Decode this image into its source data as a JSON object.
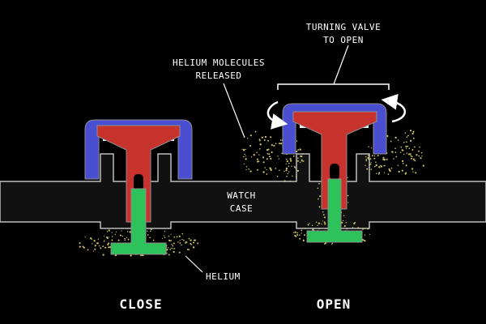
{
  "labels": {
    "turning_valve_line1": "TURNING VALVE",
    "turning_valve_line2": "TO OPEN",
    "helium_released_line1": "HELIUM MOLECULES",
    "helium_released_line2": "RELEASED",
    "watch_case_line1": "WATCH",
    "watch_case_line2": "CASE",
    "helium": "HELIUM",
    "close": "CLOSE",
    "open": "OPEN"
  },
  "colors": {
    "background": "#000000",
    "case_fill": "#111111",
    "case_stroke": "#bdbdbd",
    "crown_blue": "#4a4fd2",
    "stem_red": "#c8322c",
    "base_green": "#2ec25a",
    "helium_dots": "#cfc36a",
    "gasket_white": "#f2f2f2",
    "arrow_white": "#ffffff"
  },
  "icons": {
    "rotate_left": "rotate-ccw-arrow-icon",
    "rotate_right": "rotate-cw-arrow-icon"
  }
}
